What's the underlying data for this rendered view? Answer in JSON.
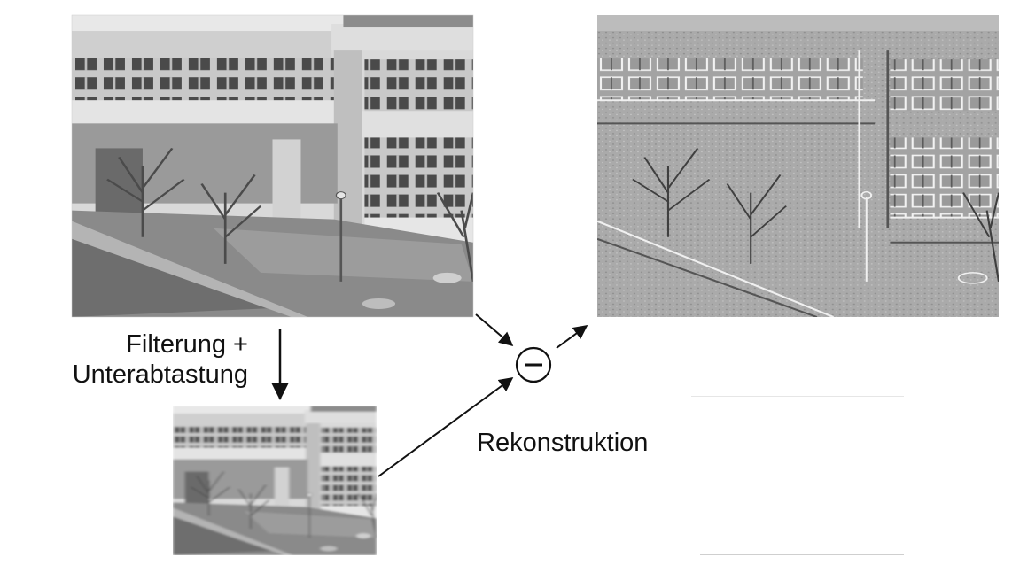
{
  "labels": {
    "filter_line1": "Filterung +",
    "filter_line2": "Unterabtastung",
    "reconstruction": "Rekonstruktion"
  },
  "images": {
    "original": "building-photo-original",
    "downsampled": "building-photo-downsampled",
    "difference": "building-photo-laplacian-detail"
  },
  "operator": {
    "symbol": "minus"
  },
  "colors": {
    "ink": "#111111",
    "photo_sky": "#e9e9e9",
    "photo_facade": "#bdbdbd",
    "photo_ground": "#7a7a7a",
    "detail_bg": "#a9a9a9"
  }
}
